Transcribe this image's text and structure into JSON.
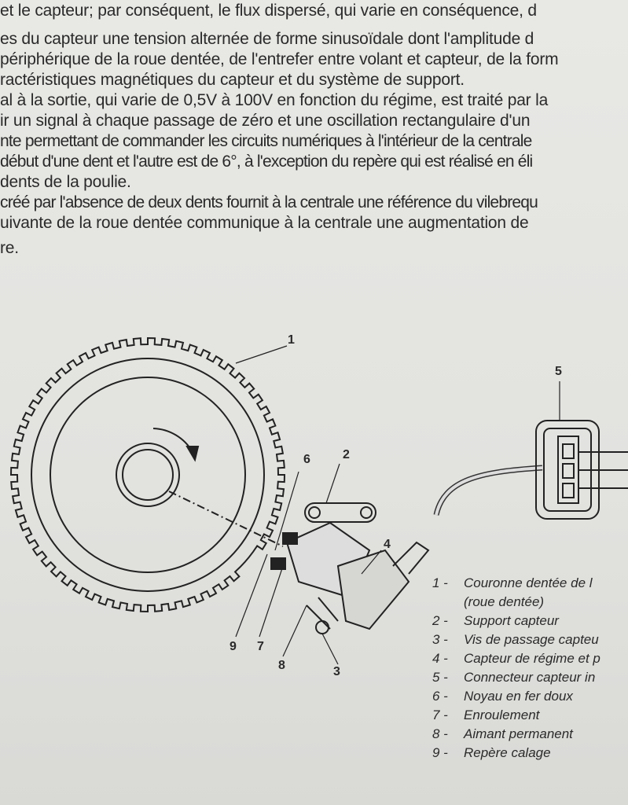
{
  "text_lines": [
    "et le capteur; par conséquent, le flux dispersé, qui varie en conséquence, d",
    "es du capteur une tension alternée de forme sinusoïdale dont l'amplitude d",
    " périphérique de la roue dentée, de l'entrefer entre volant et capteur, de la form",
    "ractéristiques magnétiques du capteur et du système de support.",
    "al à la sortie, qui varie de 0,5V à 100V en fonction du régime, est traité par la",
    "ir un signal à chaque passage de zéro et une oscillation rectangulaire d'un",
    "nte permettant de commander les circuits numériques à l'intérieur de la centrale",
    " début d'une dent et l'autre est de 6°, à l'exception du repère qui est réalisé en éli",
    " dents de la poulie.",
    "créé par l'absence de deux dents fournit à la centrale une référence du vilebrequ",
    "uivante de la roue dentée communique à la centrale une augmentation de",
    "re."
  ],
  "callouts": [
    "1",
    "2",
    "3",
    "4",
    "5",
    "6",
    "7",
    "8",
    "9"
  ],
  "legend": [
    {
      "num": "1 -",
      "label": "Couronne dentée de l"
    },
    {
      "num": "",
      "label": "(roue dentée)"
    },
    {
      "num": "2 -",
      "label": "Support capteur"
    },
    {
      "num": "3 -",
      "label": "Vis de passage capteu"
    },
    {
      "num": "4 -",
      "label": "Capteur de régime et p"
    },
    {
      "num": "5 -",
      "label": "Connecteur capteur in"
    },
    {
      "num": "6 -",
      "label": "Noyau en fer doux"
    },
    {
      "num": "7 -",
      "label": "Enroulement"
    },
    {
      "num": "8 -",
      "label": "Aimant permanent"
    },
    {
      "num": "9 -",
      "label": "Repère calage"
    }
  ]
}
